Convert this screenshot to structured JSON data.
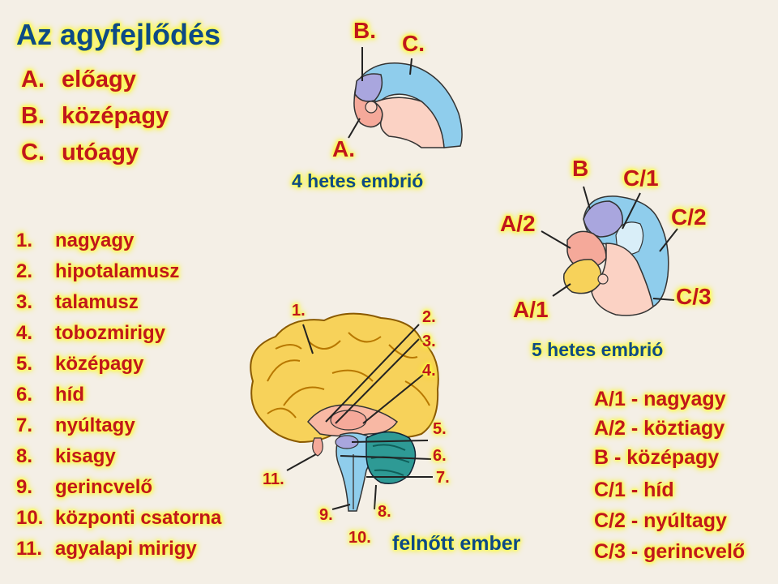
{
  "title": "Az agyfejlődés",
  "main_parts": [
    {
      "key": "A.",
      "label": "előagy"
    },
    {
      "key": "B.",
      "label": "középagy"
    },
    {
      "key": "C.",
      "label": "utóagy"
    }
  ],
  "numbered_parts": [
    {
      "key": "1.",
      "label": "nagyagy"
    },
    {
      "key": "2.",
      "label": "hipotalamusz"
    },
    {
      "key": "3.",
      "label": "talamusz"
    },
    {
      "key": "4.",
      "label": "tobozmirigy"
    },
    {
      "key": "5.",
      "label": "középagy"
    },
    {
      "key": "6.",
      "label": "híd"
    },
    {
      "key": "7.",
      "label": "nyúltagy"
    },
    {
      "key": "8.",
      "label": "kisagy"
    },
    {
      "key": "9.",
      "label": "gerincvelő"
    },
    {
      "key": "10.",
      "label": "központi csatorna"
    },
    {
      "key": "11.",
      "label": "agyalapi mirigy"
    }
  ],
  "embryo4": {
    "caption": "4 hetes embrió",
    "label_a": "A.",
    "label_b": "B.",
    "label_c": "C."
  },
  "embryo5": {
    "caption": "5 hetes embrió",
    "label_b": "B",
    "label_c1": "C/1",
    "label_c2": "C/2",
    "label_c3": "C/3",
    "label_a1": "A/1",
    "label_a2": "A/2"
  },
  "embryo5_legend": [
    "A/1 - nagyagy",
    "A/2 - köztiagy",
    "B - középagy",
    "C/1 - híd",
    "C/2 - nyúltagy",
    "C/3 - gerincvelő"
  ],
  "adult": {
    "caption": "felnőtt ember",
    "n1": "1.",
    "n2": "2.",
    "n3": "3.",
    "n4": "4.",
    "n5": "5.",
    "n6": "6.",
    "n7": "7.",
    "n8": "8.",
    "n9": "9.",
    "n10": "10.",
    "n11": "11."
  },
  "colors": {
    "forebrain": "#f5a99a",
    "midbrain": "#a9a6de",
    "hindbrain": "#8fcdec",
    "cerebrum": "#f7d25a",
    "cerebellum": "#2e9a95",
    "skin": "#fbd2c4",
    "label_red": "#c0171c",
    "label_blue": "#0e4a86",
    "glow": "#ffff4a"
  }
}
